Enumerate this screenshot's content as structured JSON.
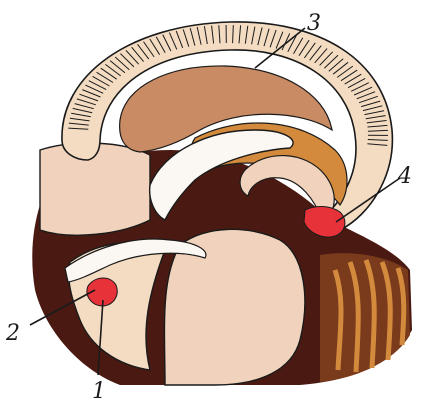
{
  "figure": {
    "labels": [
      {
        "id": "1",
        "text": "1"
      },
      {
        "id": "2",
        "text": "2"
      },
      {
        "id": "3",
        "text": "3"
      },
      {
        "id": "4",
        "text": "4"
      }
    ],
    "colors": {
      "background": "#ffffff",
      "outline": "#1a1a1a",
      "cortex_band": "#f3dcc2",
      "inner_brain": "#c98b63",
      "dark_tissue": "#4a1a12",
      "highlight_red": "#e8323a",
      "pale_tissue": "#f1d3bd",
      "stripe_orange": "#d48a3c",
      "ventricle_white": "#fbf7f2"
    }
  }
}
